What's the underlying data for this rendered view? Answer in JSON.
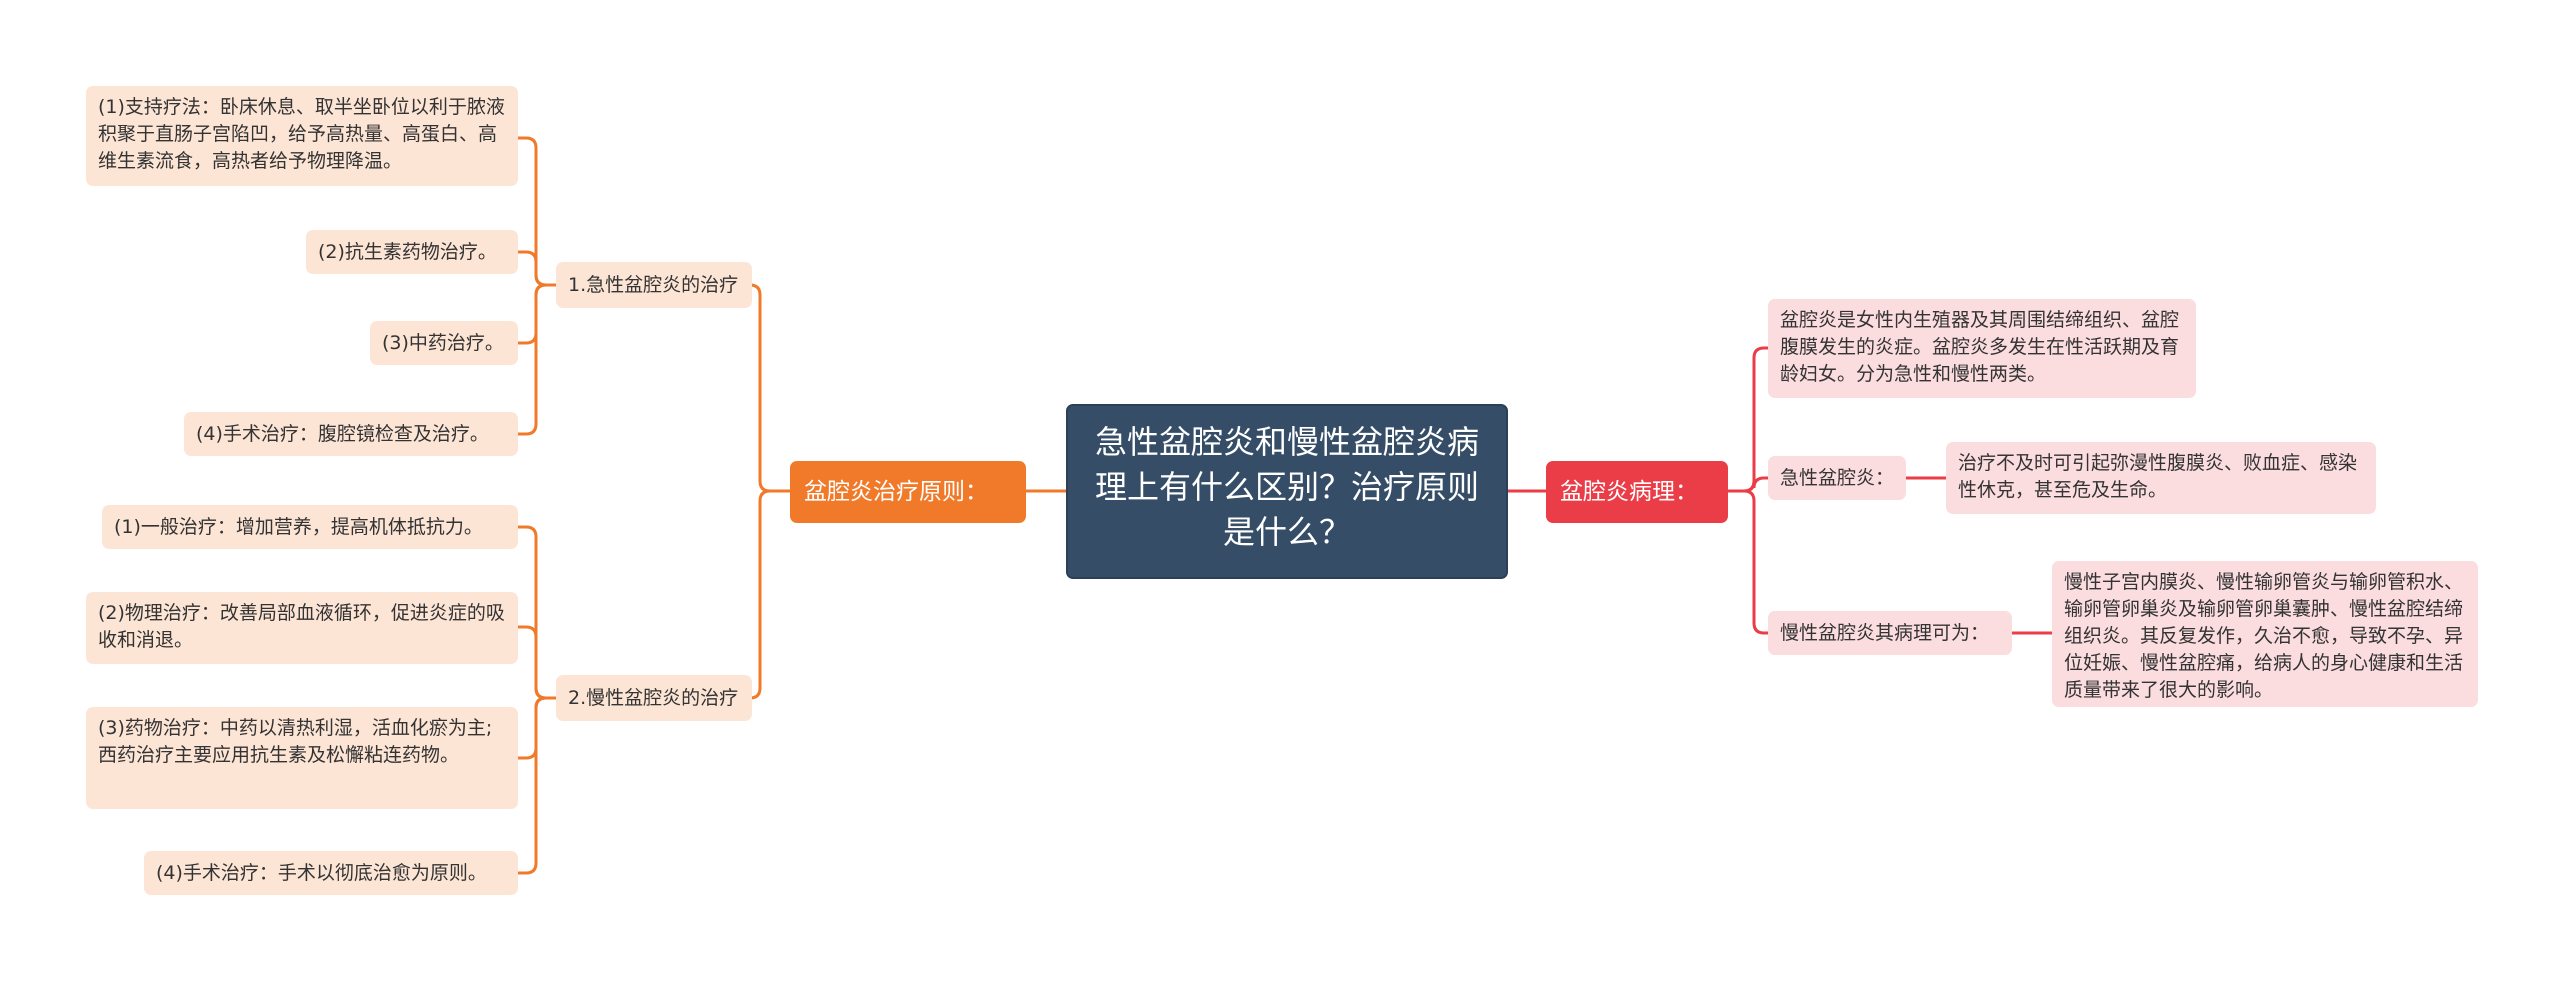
{
  "root": {
    "title": "急性盆腔炎和慢性盆腔炎病理上有什么区别？治疗原则是什么？"
  },
  "left_branch": {
    "label": "盆腔炎治疗原则：",
    "acute": {
      "label": "1.急性盆腔炎的治疗",
      "items": [
        "(1)支持疗法：卧床休息、取半坐卧位以利于脓液积聚于直肠子宫陷凹，给予高热量、高蛋白、高维生素流食，高热者给予物理降温。",
        "(2)抗生素药物治疗。",
        "(3)中药治疗。",
        "(4)手术治疗：腹腔镜检查及治疗。"
      ]
    },
    "chronic": {
      "label": "2.慢性盆腔炎的治疗",
      "items": [
        "(1)一般治疗：增加营养，提高机体抵抗力。",
        "(2)物理治疗：改善局部血液循环，促进炎症的吸收和消退。",
        "(3)药物治疗：中药以清热利湿，活血化瘀为主;西药治疗主要应用抗生素及松懈粘连药物。",
        "(4)手术治疗：手术以彻底治愈为原则。"
      ]
    }
  },
  "right_branch": {
    "label": "盆腔炎病理：",
    "definition": "盆腔炎是女性内生殖器及其周围结缔组织、盆腔腹膜发生的炎症。盆腔炎多发生在性活跃期及育龄妇女。分为急性和慢性两类。",
    "acute": {
      "label": "急性盆腔炎：",
      "detail": "治疗不及时可引起弥漫性腹膜炎、败血症、感染性休克，甚至危及生命。"
    },
    "chronic": {
      "label": "慢性盆腔炎其病理可为：",
      "detail": "慢性子宫内膜炎、慢性输卵管炎与输卵管积水、输卵管卵巢炎及输卵管卵巢囊肿、慢性盆腔结缔组织炎。其反复发作，久治不愈，导致不孕、异位妊娠、慢性盆腔痛，给病人的身心健康和生活质量带来了很大的影响。"
    }
  },
  "colors": {
    "root_bg": "#354d66",
    "left_branch": "#f07a2a",
    "left_leaf_bg": "#fde5d6",
    "right_branch": "#ea3d48",
    "right_leaf_bg": "#fbdcdf"
  }
}
